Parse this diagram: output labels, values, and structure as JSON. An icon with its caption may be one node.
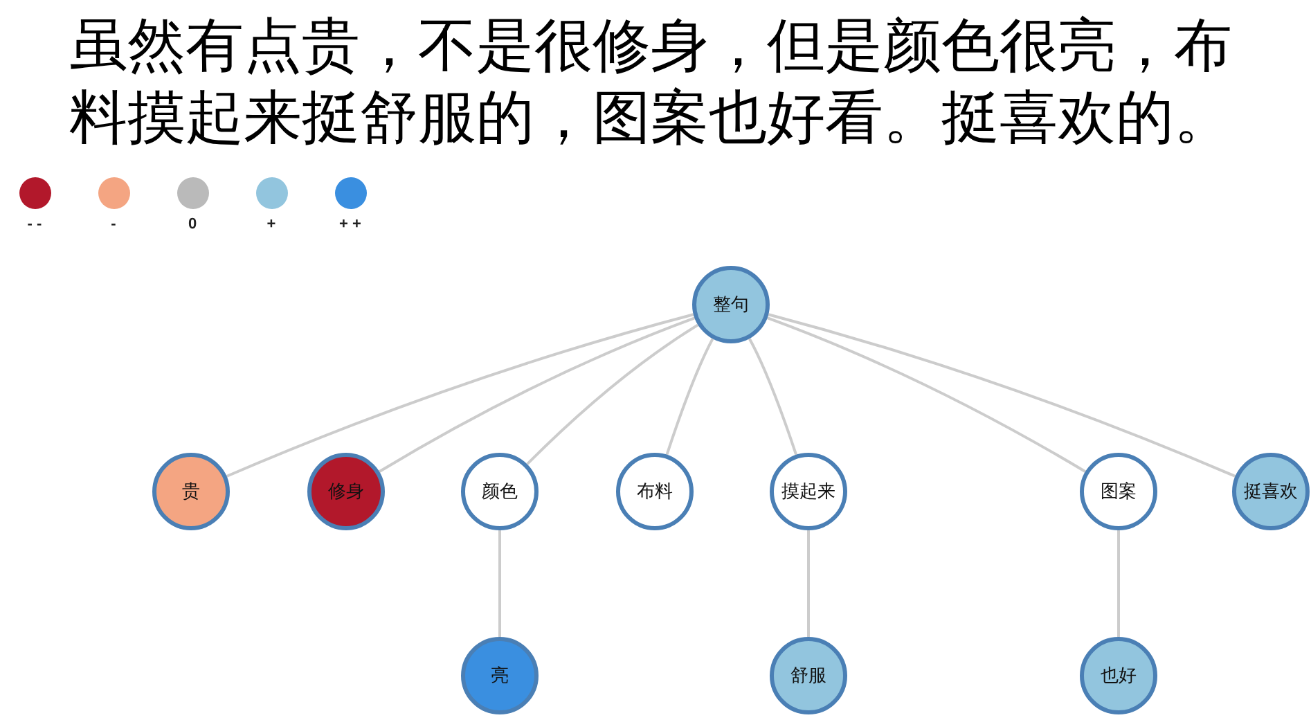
{
  "diagram": {
    "title": "虽然有点贵，不是很修身，但是颜色很亮，布料摸起来挺舒服的，图案也好看。挺喜欢的。",
    "nodes": [
      {
        "text": [
          "整句"
        ]
      },
      {
        "text": [
          "贵"
        ]
      },
      {
        "text": [
          "修身"
        ]
      },
      {
        "text": [
          "颜色"
        ]
      },
      {
        "text": [
          "布料"
        ]
      },
      {
        "text": [
          "摸起来"
        ]
      },
      {
        "text": [
          "图案"
        ]
      },
      {
        "text": [
          "挺喜欢"
        ]
      },
      {
        "text": [
          "亮"
        ]
      },
      {
        "text": [
          "舒服"
        ]
      },
      {
        "text": [
          "也好"
        ]
      }
    ],
    "edges": [
      {
        "from": 0,
        "to": 1,
        "arrow": "none"
      },
      {
        "from": 0,
        "to": 2,
        "arrow": "none"
      },
      {
        "from": 0,
        "to": 3,
        "arrow": "none"
      },
      {
        "from": 0,
        "to": 4,
        "arrow": "none"
      },
      {
        "from": 0,
        "to": 5,
        "arrow": "none"
      },
      {
        "from": 0,
        "to": 6,
        "arrow": "none"
      },
      {
        "from": 0,
        "to": 7,
        "arrow": "none"
      },
      {
        "from": 3,
        "to": 8,
        "arrow": "none"
      },
      {
        "from": 5,
        "to": 9,
        "arrow": "none"
      },
      {
        "from": 6,
        "to": 10,
        "arrow": "none"
      }
    ],
    "legend": [
      {
        "text": "- -",
        "color": "#b2182b"
      },
      {
        "text": "-",
        "color": "#f4a582"
      },
      {
        "text": "0",
        "color": "#bababa"
      },
      {
        "text": "+",
        "color": "#92c5de"
      },
      {
        "text": "+ +",
        "color": "#3a8fe0"
      }
    ]
  }
}
